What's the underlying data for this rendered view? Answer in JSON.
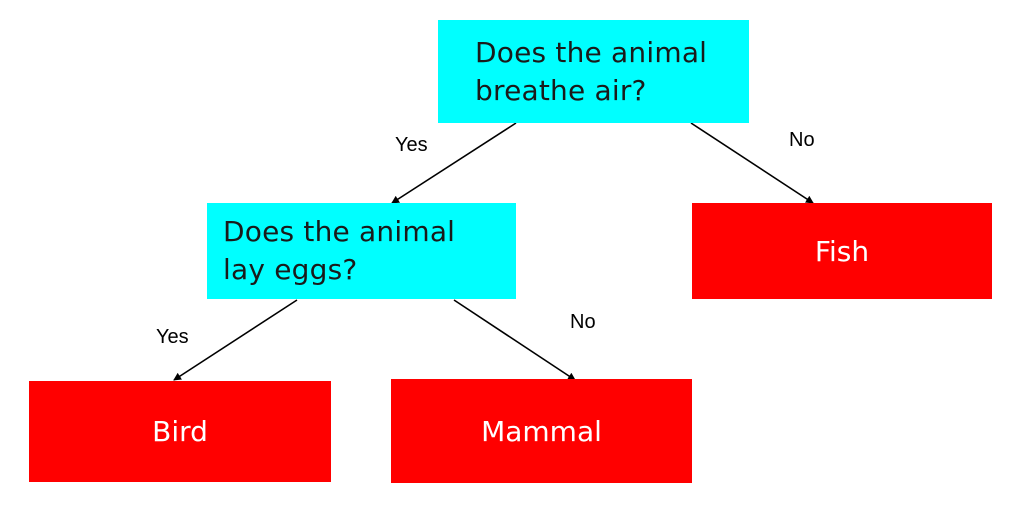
{
  "diagram": {
    "root_question": {
      "line1": "Does the animal",
      "line2": "breathe air?",
      "color": "#00ffff"
    },
    "second_question": {
      "line1": "Does the animal",
      "line2": "lay eggs?",
      "color": "#00ffff"
    },
    "leaves": {
      "fish": "Fish",
      "bird": "Bird",
      "mammal": "Mammal",
      "color": "#ff0000"
    },
    "edge_labels": {
      "root_yes": "Yes",
      "root_no": "No",
      "eggs_yes": "Yes",
      "eggs_no": "No"
    }
  }
}
